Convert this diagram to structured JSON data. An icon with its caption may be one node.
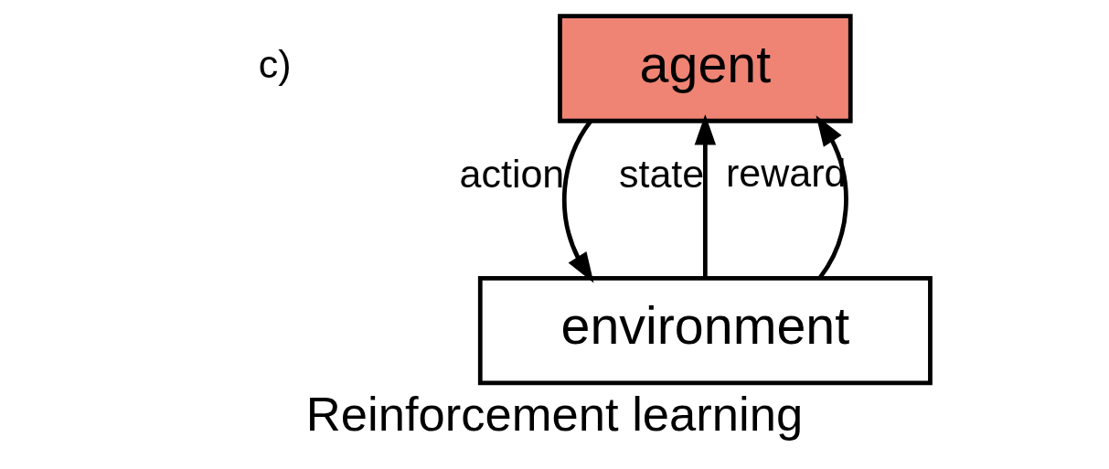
{
  "diagram": {
    "caption": "Reinforcement learning",
    "nodes": [
      {
        "text": [
          "agent"
        ]
      },
      {
        "text": [
          "environment"
        ]
      }
    ],
    "edges": [
      {
        "from": 0,
        "to": 1,
        "arrow": "to",
        "label": "action"
      },
      {
        "from": 1,
        "to": 0,
        "arrow": "to",
        "label": "state"
      },
      {
        "from": 1,
        "to": 0,
        "arrow": "to",
        "label": "reward"
      }
    ],
    "labels": [
      "c)"
    ]
  }
}
